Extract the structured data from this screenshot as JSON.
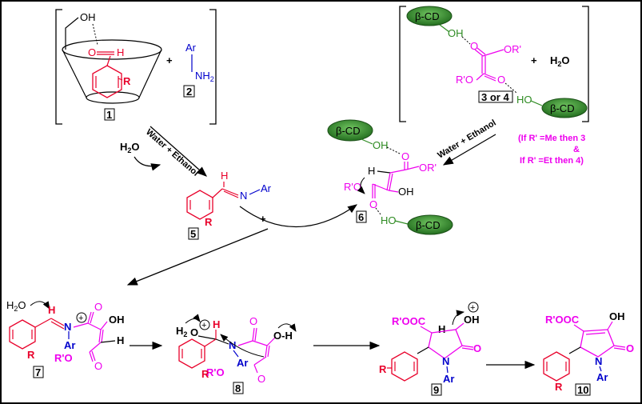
{
  "colors": {
    "black": "#000000",
    "red": "#e8002a",
    "magenta": "#ee00ee",
    "blue": "#0000cc",
    "green": "#2e8b22",
    "cd_fill": "#2f8e2b"
  },
  "labels": {
    "oh_1": "OH",
    "o_1": "O",
    "h_1": "H",
    "r_1": "R",
    "plus_1": "+",
    "ar_2": "Ar",
    "nh2_2": "NH",
    "nh2_sub": "2",
    "num_1": "1",
    "num_2": "2",
    "bcd_a": "β-CD",
    "oh_a": "OH",
    "o_a": "O",
    "or_prime_a": "OR'",
    "plus_h2o": "+",
    "h2o_b": "H",
    "h2o_b_sub": "2",
    "h2o_b_o": "O",
    "rprime_o_a": "R'O",
    "o_a2": "O",
    "ho_a": "HO",
    "bcd_b": "β-CD",
    "num_34": "3 or 4",
    "note_line1": "(If R' =Me then 3",
    "note_line2": "&",
    "note_line3": "If R' =Et then 4)",
    "water_ethanol_1": "Water + Ethanol",
    "water_ethanol_2": "Water + Ethanol",
    "h2o_side": "H",
    "h2o_side_sub": "2",
    "h2o_side_o": "O",
    "h_5": "H",
    "n_5": "N",
    "ar_5": "Ar",
    "r_5": "R",
    "num_5": "5",
    "plus_5": "+",
    "bcd_c": "β-CD",
    "oh_c": "OH",
    "o_c": "O",
    "or_prime_c": "OR'",
    "h_6": "H",
    "rprime_o_c": "R'O",
    "oh_6": "OH",
    "o_6b": "O",
    "ho_6": "HO",
    "bcd_d": "β-CD",
    "num_6": "6",
    "h2o_7": "H",
    "h2o_7_sub": "2",
    "h2o_7_o": "O",
    "h_7": "H",
    "n_7": "N",
    "ar_7": "Ar",
    "o_7": "O",
    "oh_7": "OH",
    "h_7b": "H",
    "rprime_o_7": "R'O",
    "o_7b": "O",
    "r_7": "R",
    "num_7": "7",
    "h2o_8": "H",
    "h2o_8_sub": "2",
    "o_8a": "O",
    "h_8": "H",
    "n_8": "N",
    "ar_8": "Ar",
    "o_8": "O",
    "oh_8": "O-H",
    "rprime_o_8": "R'O",
    "o_8b": "O",
    "r_8": "R",
    "num_8": "8",
    "rooc_9": "R'OOC",
    "h_9": "H",
    "oh_9": "OH",
    "o_9": "O",
    "n_9": "N",
    "ar_9": "Ar",
    "r_9": "R",
    "num_9": "9",
    "rooc_10": "R'OOC",
    "oh_10": "OH",
    "o_10": "O",
    "n_10": "N",
    "ar_10": "Ar",
    "r_10": "R",
    "num_10": "10",
    "oplus": "+"
  }
}
